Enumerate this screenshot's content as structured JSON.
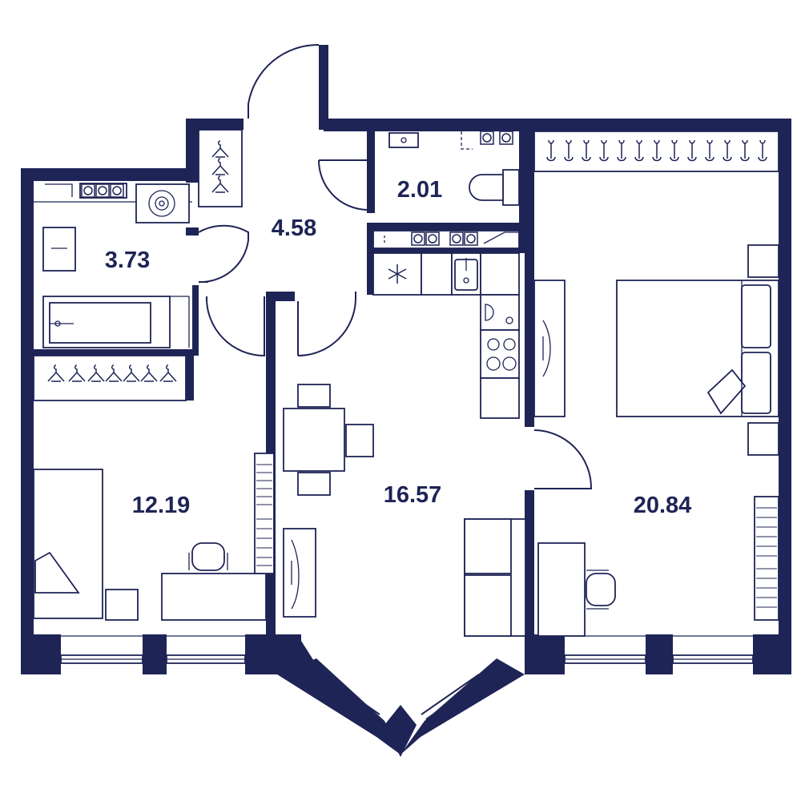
{
  "colors": {
    "wall": "#1f2456",
    "background": "#ffffff"
  },
  "rooms": {
    "hallway": {
      "area": "4.58"
    },
    "toilet": {
      "area": "2.01"
    },
    "bathroom": {
      "area": "3.73"
    },
    "children_room": {
      "area": "12.19"
    },
    "kitchen_living": {
      "area": "16.57"
    },
    "bedroom": {
      "area": "20.84"
    }
  },
  "icons": {
    "hanger": "hanger-icon",
    "snowflake": "snowflake-icon",
    "washer": "washing-machine-icon"
  }
}
